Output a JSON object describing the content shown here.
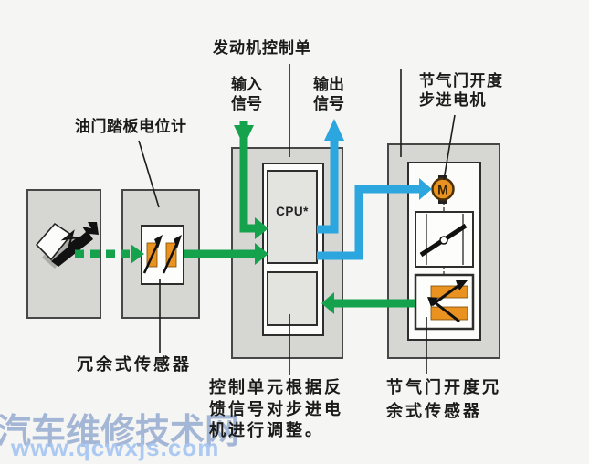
{
  "diagram": {
    "title": "发动机控制单",
    "labels": {
      "input_signal": "输入\n信号",
      "output_signal": "输出\n信号",
      "stepper_motor": "节气门开度\n步进电机",
      "pedal_potentiometer": "油门踏板电位计",
      "redundant_sensor": "冗余式传感器",
      "adjustment_note": "控制单元根据反\n馈信号对步进电\n机进行调整。",
      "throttle_redundant_sensor": "节气门开度冗\n余式传感器",
      "cpu": "CPU*",
      "motor": "M"
    },
    "icons": {
      "pedal": "accelerator-pedal-icon",
      "motor": "motor-m-circle-icon",
      "potentiometer": "orange-potentiometer-arrow-icon",
      "throttle_valve": "throttle-plate-icon"
    },
    "colors": {
      "signal_green": "#14a24d",
      "signal_blue": "#2ba6de",
      "component_orange": "#e9921f",
      "box_gray": "#d6d6d3",
      "inner_box_gray": "#e3e3e0",
      "outline_dark": "#474747"
    }
  },
  "watermark": {
    "text": "汽车维修技术网",
    "url": "www.qcwxjs.com"
  }
}
